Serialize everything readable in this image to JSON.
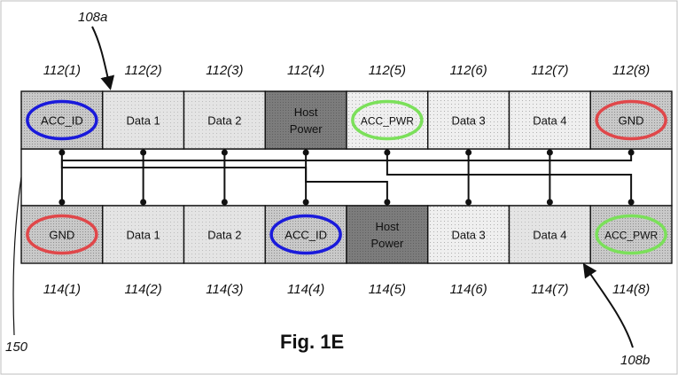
{
  "top_refs": [
    "112(1)",
    "112(2)",
    "112(3)",
    "112(4)",
    "112(5)",
    "112(6)",
    "112(7)",
    "112(8)"
  ],
  "bottom_refs": [
    "114(1)",
    "114(2)",
    "114(3)",
    "114(4)",
    "114(5)",
    "114(6)",
    "114(7)",
    "114(8)"
  ],
  "top_cells": [
    {
      "lines": [
        "ACC_ID"
      ],
      "shade": "dots",
      "ring": "blue"
    },
    {
      "lines": [
        "Data 1"
      ],
      "shade": "light",
      "ring": ""
    },
    {
      "lines": [
        "Data 2"
      ],
      "shade": "light",
      "ring": ""
    },
    {
      "lines": [
        "Host",
        "Power"
      ],
      "shade": "dark",
      "ring": ""
    },
    {
      "lines": [
        "ACC_PWR"
      ],
      "shade": "fine",
      "ring": "green"
    },
    {
      "lines": [
        "Data 3"
      ],
      "shade": "fine",
      "ring": ""
    },
    {
      "lines": [
        "Data 4"
      ],
      "shade": "fine",
      "ring": ""
    },
    {
      "lines": [
        "GND"
      ],
      "shade": "dots",
      "ring": "red"
    }
  ],
  "bottom_cells": [
    {
      "lines": [
        "GND"
      ],
      "shade": "dots",
      "ring": "red"
    },
    {
      "lines": [
        "Data 1"
      ],
      "shade": "light",
      "ring": ""
    },
    {
      "lines": [
        "Data 2"
      ],
      "shade": "light",
      "ring": ""
    },
    {
      "lines": [
        "ACC_ID"
      ],
      "shade": "dots",
      "ring": "blue"
    },
    {
      "lines": [
        "Host",
        "Power"
      ],
      "shade": "dark",
      "ring": ""
    },
    {
      "lines": [
        "Data 3"
      ],
      "shade": "fine",
      "ring": ""
    },
    {
      "lines": [
        "Data 4"
      ],
      "shade": "light",
      "ring": ""
    },
    {
      "lines": [
        "ACC_PWR"
      ],
      "shade": "dots",
      "ring": "green"
    }
  ],
  "ref_108a": "108a",
  "ref_108b": "108b",
  "ref_150": "150",
  "figure_title": "Fig. 1E",
  "colors": {
    "blue_ring": "#1a1adb",
    "green_ring": "#7be05a",
    "red_ring": "#e0474a",
    "dark_cell": "#7a7a7a",
    "dots_cell": "#c4c4c4",
    "light_cell": "#e6e6e6",
    "fine_cell": "#eeeeee"
  },
  "connections": [
    [
      1,
      4
    ],
    [
      2,
      2
    ],
    [
      3,
      3
    ],
    [
      4,
      5
    ],
    [
      5,
      8
    ],
    [
      6,
      6
    ],
    [
      7,
      7
    ],
    [
      8,
      1
    ]
  ]
}
